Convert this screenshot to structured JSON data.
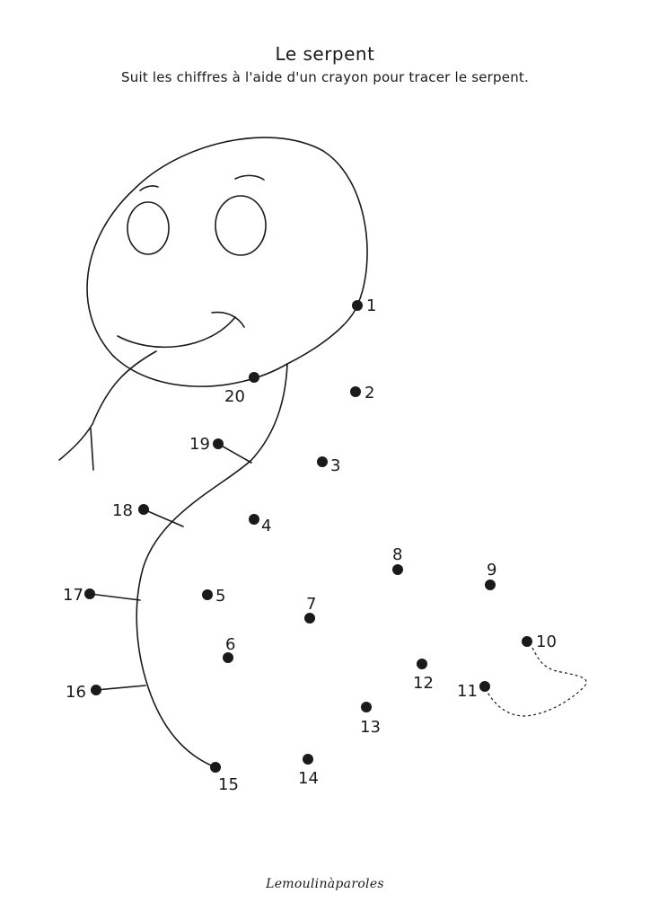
{
  "header": {
    "title": "Le serpent",
    "instruction": "Suit les chiffres à l'aide d'un crayon pour tracer le serpent."
  },
  "footer": {
    "brand": "Lemoulinàparoles"
  },
  "dots": [
    {
      "n": "1"
    },
    {
      "n": "2"
    },
    {
      "n": "3"
    },
    {
      "n": "4"
    },
    {
      "n": "5"
    },
    {
      "n": "6"
    },
    {
      "n": "7"
    },
    {
      "n": "8"
    },
    {
      "n": "9"
    },
    {
      "n": "10"
    },
    {
      "n": "11"
    },
    {
      "n": "12"
    },
    {
      "n": "13"
    },
    {
      "n": "14"
    },
    {
      "n": "15"
    },
    {
      "n": "16"
    },
    {
      "n": "17"
    },
    {
      "n": "18"
    },
    {
      "n": "19"
    },
    {
      "n": "20"
    }
  ],
  "colors": {
    "ink": "#1a1a1a",
    "paper": "#ffffff"
  }
}
